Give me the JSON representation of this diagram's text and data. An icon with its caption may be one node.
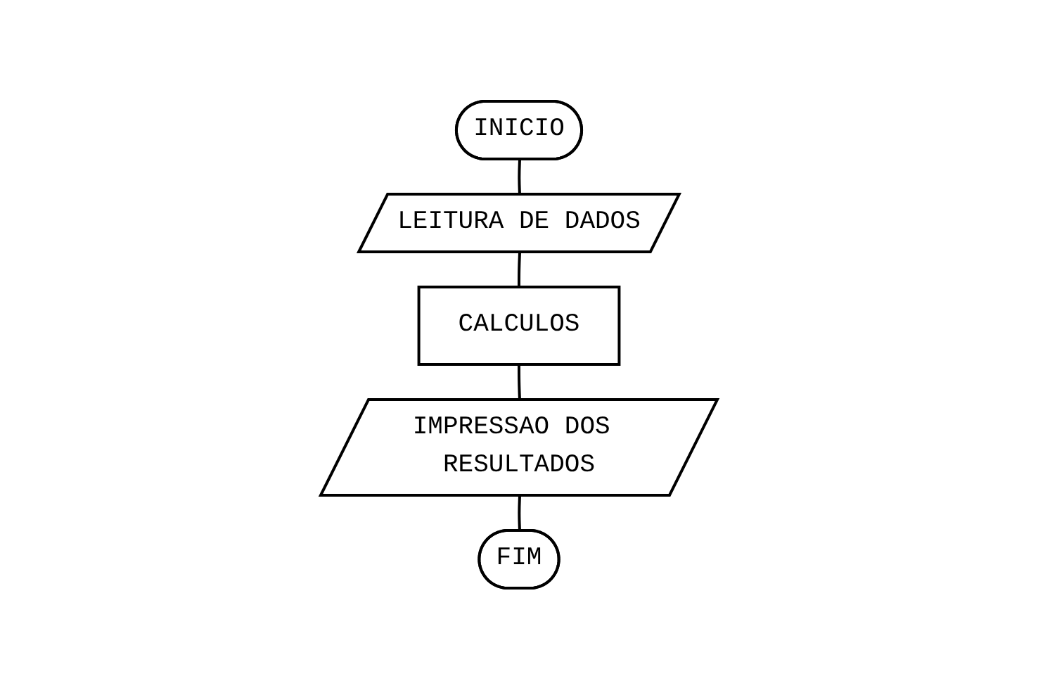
{
  "diagram": {
    "nodes": [
      {
        "text": [
          "INICIO"
        ]
      },
      {
        "text": [
          "LEITURA DE DADOS"
        ]
      },
      {
        "text": [
          "CALCULOS"
        ]
      },
      {
        "text": [
          "IMPRESSAO DOS RESULTADOS"
        ]
      },
      {
        "text": [
          "FIM"
        ]
      }
    ],
    "edges": [
      {
        "from": 0,
        "to": 1,
        "arrow": "none"
      },
      {
        "from": 1,
        "to": 2,
        "arrow": "none"
      },
      {
        "from": 2,
        "to": 3,
        "arrow": "none"
      },
      {
        "from": 3,
        "to": 4,
        "arrow": "none"
      }
    ]
  }
}
